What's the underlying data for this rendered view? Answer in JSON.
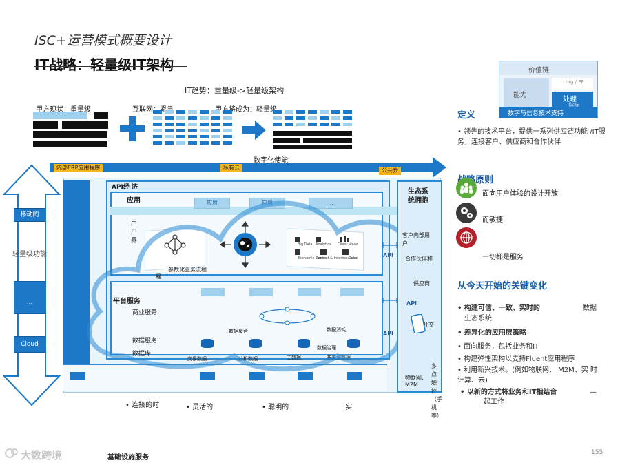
{
  "header": {
    "subtitle": "ISC+运营模式概要设计",
    "title": "IT战略：轻量级IT架构"
  },
  "trend": {
    "title": "IT趋势：重量级->轻量级架构",
    "left_label": "甲方现状：重量级",
    "mid_label": "互联网：紧急",
    "right_label": "甲方将成为：轻量级"
  },
  "value_chain": {
    "title": "价值链",
    "capability": "能力",
    "org": "org / PP",
    "process": "处理",
    "metric": "指标",
    "footer": "数字与信息技术支持"
  },
  "diagram": {
    "digital": "数字化使能",
    "erp": "内部ERP应用程序",
    "private_cloud": "私有云",
    "public_cloud": "公共云",
    "api_economy": "API经 济",
    "application": "应用",
    "app_chip1": "应用",
    "app_chip2": "应用",
    "app_chip3": "...",
    "ui": "用户界",
    "param_flow": "参数化业务流程",
    "platform": "平台服务",
    "business_service": "商业服务",
    "data_service": "数据服务",
    "database": "数据库",
    "data_agg": "数据聚合",
    "data_consume": "数据消耗",
    "data_gov": "数据治理",
    "trade_data": "交易数据",
    "analytics_data": "分析数据",
    "master_data": "主数据",
    "non_rel": "非关系数据",
    "ecosystem": "生态系统拥抱",
    "customer_internal": "客户内部用户",
    "partners": "合作伙伴和",
    "suppliers": "供应商",
    "social": "社交",
    "iot": "物联网、M2M",
    "multi_touch": "多点触控（手机等）",
    "api": "API",
    "mobile": "移动的",
    "lightweight": "轻量级功能",
    "left_mid_a": "...",
    "cloud_btn": "Cloud",
    "icon_labels": [
      "Big Data",
      "Analytics",
      "Client Voice",
      "Economic Modes",
      "Context & Intermediated",
      "Data"
    ]
  },
  "bottom": {
    "connected": "• 连接的时",
    "flexible": "• 灵活的",
    "smart": "• 聪明的",
    "real": ".实",
    "infra": "基础设施服务",
    "watermark": "大数跨境",
    "page": "155"
  },
  "right": {
    "definition_title": "定义",
    "definition_text": "• 领先的技术平台，提供一系列供应链功能 /IT服务，连接客户、供应商和合作伙伴",
    "strategy_title": "战略原则",
    "p1": "面向用户体验的设计开放",
    "p2": "而敏捷",
    "p3": "一切都是服务",
    "change_title": "从今天开始的关键变化",
    "c1a": "• 构建可信、一致、实时的",
    "c1b": "数据",
    "c1c": "生态系统",
    "c2": "• 差异化的应用层策略",
    "c3": "• 面向服务，包括业务和IT",
    "c4": "• 构建弹性架构以支持Fluent应用程序",
    "c5": "• 利用新兴技术。(例如物联网、 M2M、实 时计算、云)",
    "c6": "• 以新的方式将业务和IT相结合",
    "c6b": "—",
    "c6c": "起工作"
  },
  "colors": {
    "primary_blue": "#1e78c8",
    "light_blue": "#a8d4ef",
    "yellow": "#f3b51c",
    "title_blue": "#1a5fa8"
  }
}
